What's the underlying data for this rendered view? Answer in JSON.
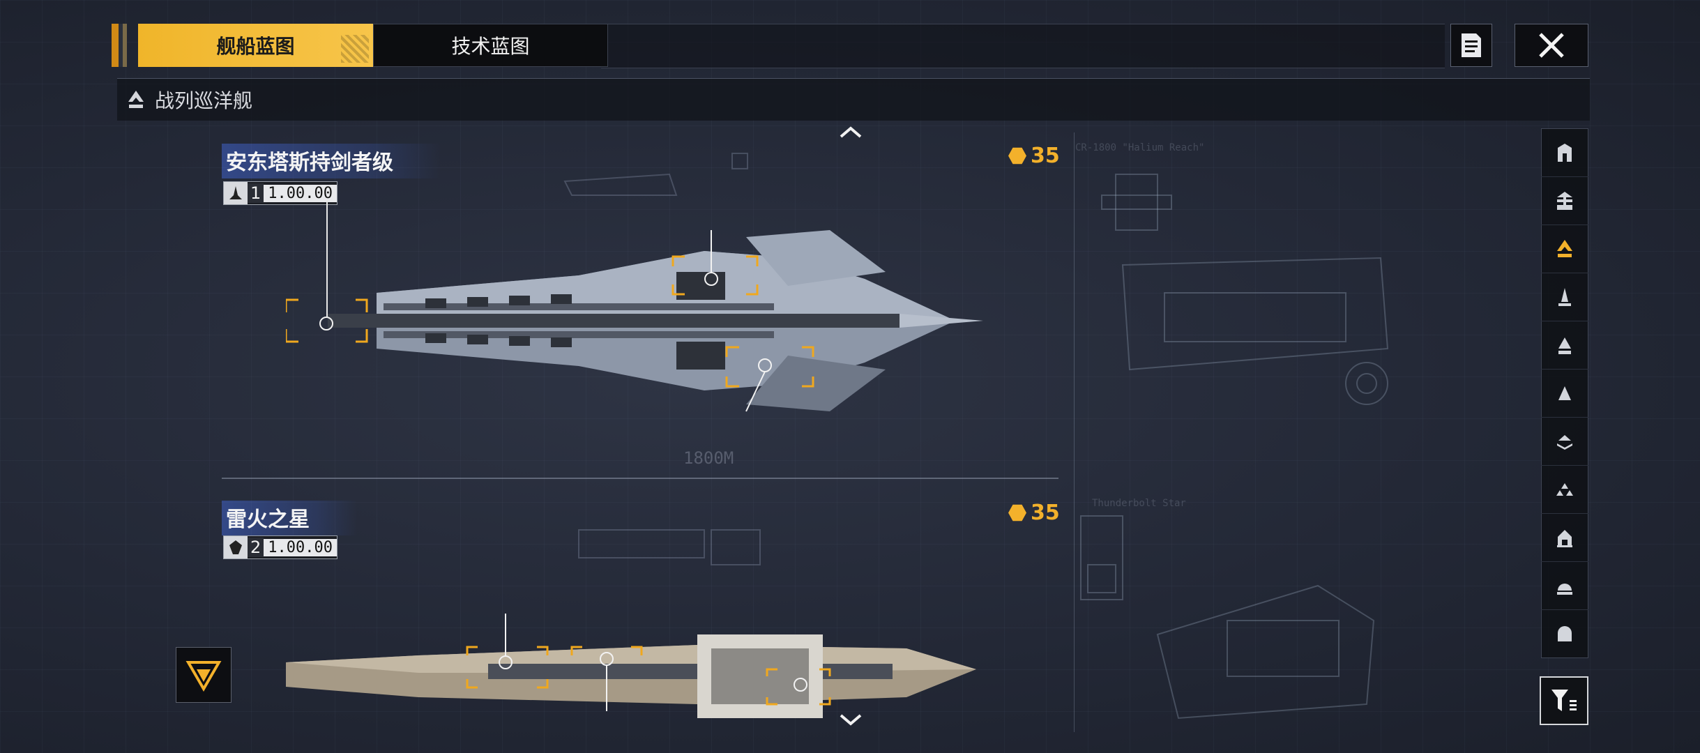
{
  "tabs": [
    {
      "label": "舰船蓝图",
      "active": true
    },
    {
      "label": "技术蓝图",
      "active": false
    }
  ],
  "category": {
    "label": "战列巡洋舰"
  },
  "ships": [
    {
      "name": "安东塔斯持剑者级",
      "index": "1",
      "stat": "1.00.00",
      "cost": "35",
      "caption": "1800M"
    },
    {
      "name": "雷火之星",
      "index": "2",
      "stat": "1.00.00",
      "cost": "35",
      "caption": "Thunderbolt Star"
    }
  ],
  "schematic": {
    "label": "CR-1800 \"Halium Reach\""
  },
  "sidebar": {
    "items": [
      "hangar-icon",
      "carrier-icon",
      "battlecruiser-icon",
      "cruiser-icon",
      "destroyer-icon",
      "frigate-icon",
      "corvette-icon",
      "fighter-icon",
      "station-icon",
      "dome-icon",
      "shield-icon"
    ],
    "active_index": 2
  },
  "colors": {
    "accent": "#f3b12b",
    "name_band": "#364e96",
    "panel": "#0d0e12"
  }
}
